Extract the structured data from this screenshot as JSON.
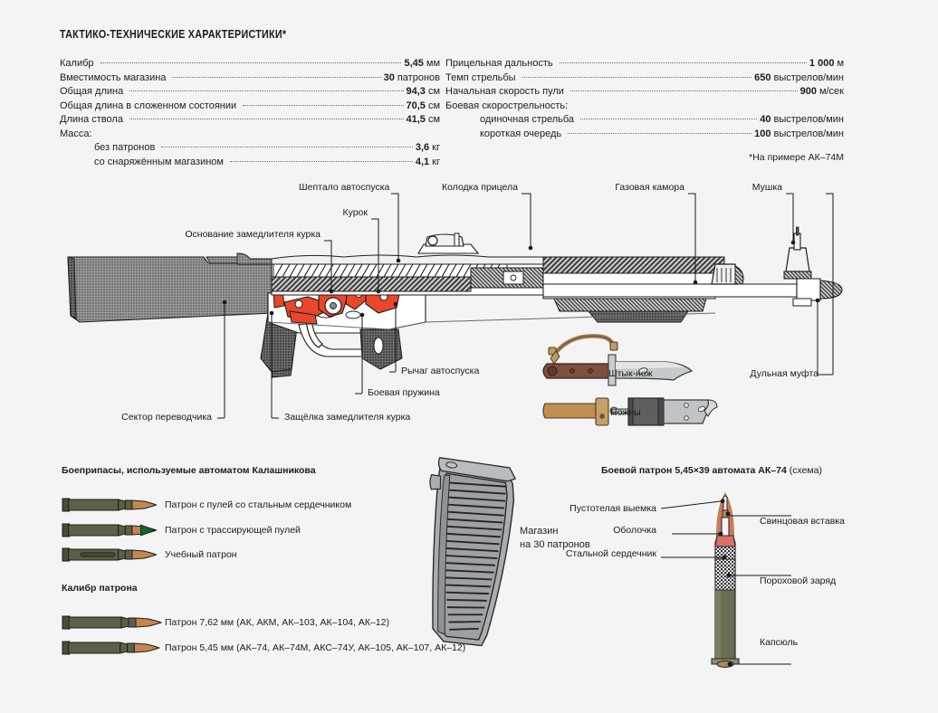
{
  "page": {
    "background": "#f4f4f4",
    "accent_mechanism": "#e8472a",
    "case_color": "#5d6046",
    "bullet_color": "#c5864f",
    "tracer_tip_color": "#0c6b2a",
    "jacket_color": "#d9706a",
    "metal_color": "#b9bdc0"
  },
  "specs": {
    "title": "ТАКТИКО-ТЕХНИЧЕСКИЕ ХАРАКТЕРИСТИКИ*",
    "footnote": "*На примере АК–74М",
    "left": [
      {
        "label": "Калибр",
        "value": "5,45",
        "unit": "мм",
        "indent": 0,
        "dots": true
      },
      {
        "label": "Вместимость магазина",
        "value": "30",
        "unit": "патронов",
        "indent": 0,
        "dots": true
      },
      {
        "label": "Общая длина",
        "value": "94,3",
        "unit": "см",
        "indent": 0,
        "dots": true
      },
      {
        "label": "Общая длина в сложенном состоянии",
        "value": "70,5",
        "unit": "см",
        "indent": 0,
        "dots": true
      },
      {
        "label": "Длина ствола",
        "value": "41,5",
        "unit": "см",
        "indent": 0,
        "dots": true
      },
      {
        "label": "Масса:",
        "value": "",
        "unit": "",
        "indent": 0,
        "dots": false
      },
      {
        "label": "без патронов",
        "value": "3,6",
        "unit": "кг",
        "indent": 1,
        "dots": true
      },
      {
        "label": "со снаряжённым магазином",
        "value": "4,1",
        "unit": "кг",
        "indent": 1,
        "dots": true
      }
    ],
    "right": [
      {
        "label": "Прицельная дальность",
        "value": "1 000",
        "unit": "м",
        "indent": 0,
        "dots": true
      },
      {
        "label": "Темп стрельбы",
        "value": "650",
        "unit": "выстрелов/мин",
        "indent": 0,
        "dots": true
      },
      {
        "label": "Начальная скорость пули",
        "value": "900",
        "unit": "м/сек",
        "indent": 0,
        "dots": true
      },
      {
        "label": "Боевая скорострельность:",
        "value": "",
        "unit": "",
        "indent": 0,
        "dots": false
      },
      {
        "label": "одиночная стрельба",
        "value": "40",
        "unit": "выстрелов/мин",
        "indent": 1,
        "dots": true
      },
      {
        "label": "короткая очередь",
        "value": "100",
        "unit": "выстрелов/мин",
        "indent": 1,
        "dots": true
      }
    ]
  },
  "rifle_callouts": {
    "sear": "Шептало автоспуска",
    "hammer": "Курок",
    "delay_base": "Основание замедлителя курка",
    "sight_block": "Колодка прицела",
    "gas_chamber": "Газовая камора",
    "front_sight": "Мушка",
    "auto_lever": "Рычаг автоспуска",
    "main_spring": "Боевая пружина",
    "selector": "Сектор переводчика",
    "delay_latch": "Защёлка замедлителя курка",
    "muzzle_coupling": "Дульная муфта",
    "bayonet": "Штык-нож",
    "scabbard": "Ножны"
  },
  "ammo": {
    "heading": "Боеприпасы, используемые автоматом Калашникова",
    "items": [
      {
        "label": "Патрон с пулей со стальным сердечником",
        "type": "steel-core"
      },
      {
        "label": "Патрон с трассирующей пулей",
        "type": "tracer"
      },
      {
        "label": "Учебный патрон",
        "type": "dummy"
      }
    ]
  },
  "caliber": {
    "heading": "Калибр патрона",
    "items": [
      {
        "label": "Патрон 7,62 мм (АК, АКМ, АК–103, АК–104, АК–12)",
        "size": "7.62"
      },
      {
        "label": "Патрон 5,45 мм (АК–74,  АК–74М, АКС–74У, АК–105, АК–107, АК–12)",
        "size": "5.45"
      }
    ]
  },
  "magazine": {
    "line1": "Магазин",
    "line2": "на 30 патронов"
  },
  "cartridge": {
    "heading_bold": "Боевой патрон 5,45×39 автомата АК–74",
    "heading_norm": " (схема)",
    "callouts": {
      "hollow": "Пустотелая выемка",
      "jacket": "Оболочка",
      "steel_core": "Стальной сердечник",
      "lead_insert": "Свинцовая вставка",
      "powder": "Пороховой заряд",
      "primer": "Капсюль"
    }
  }
}
